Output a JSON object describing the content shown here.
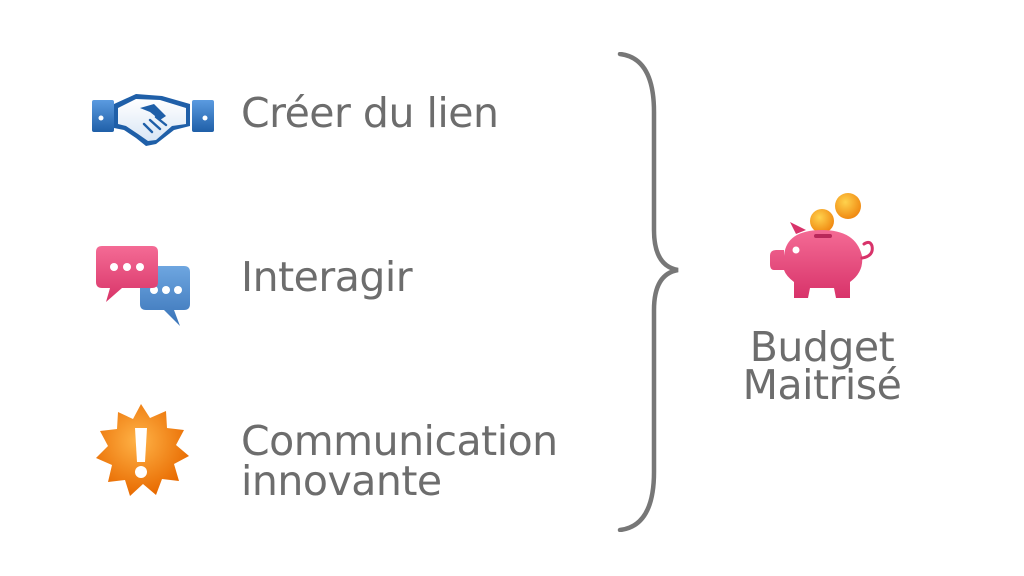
{
  "items": [
    {
      "icon": "handshake-icon",
      "lines": [
        "Créer du lien"
      ]
    },
    {
      "icon": "chat-bubbles-icon",
      "lines": [
        "Interagir"
      ]
    },
    {
      "icon": "alert-badge-icon",
      "lines": [
        "Communication",
        "innovante"
      ]
    }
  ],
  "result": {
    "icon": "piggy-bank-icon",
    "lines": [
      "Budget",
      "Maitrisé"
    ]
  },
  "colors": {
    "text": "#6d6d6d",
    "brace": "#777777",
    "handshake_blue": "#2f6fb8",
    "chat_pink": "#e5487a",
    "chat_blue": "#4b86c8",
    "alert_orange": "#f08a12",
    "piggy_pink": "#e8447a",
    "coin_orange": "#f5a623"
  }
}
